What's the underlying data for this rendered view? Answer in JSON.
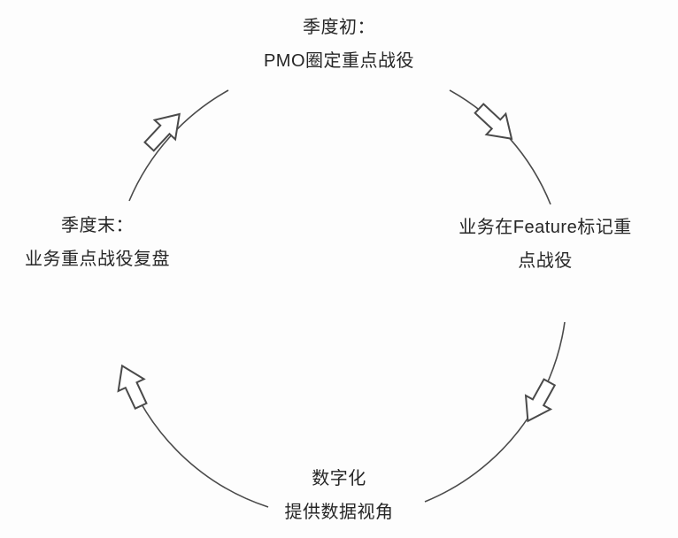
{
  "diagram": {
    "type": "cycle",
    "direction": "clockwise",
    "colors": {
      "background": "#fdfdfd",
      "line": "#4a4a4a",
      "text": "#262626",
      "arrow_fill": "#ffffff"
    },
    "nodes": [
      {
        "id": "quarter-start",
        "position": "top",
        "lines": [
          "季度初：",
          "PMO圈定重点战役"
        ]
      },
      {
        "id": "feature-mark",
        "position": "right",
        "lines": [
          "业务在Feature标记重",
          "点战役"
        ]
      },
      {
        "id": "digitalization",
        "position": "bottom",
        "lines": [
          "数字化",
          "提供数据视角"
        ]
      },
      {
        "id": "quarter-end",
        "position": "left",
        "lines": [
          "季度末：",
          "业务重点战役复盘"
        ]
      }
    ],
    "flow_order": [
      "top",
      "right",
      "bottom",
      "left"
    ]
  }
}
